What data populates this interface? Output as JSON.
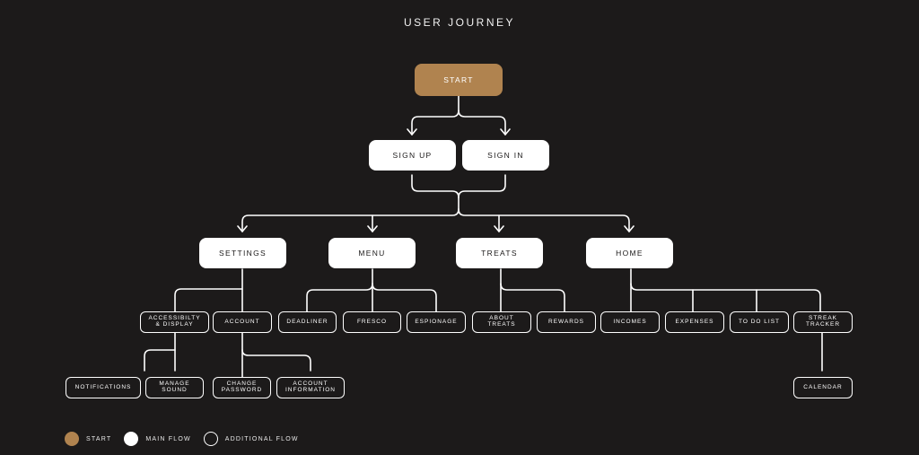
{
  "title": "USER JOURNEY",
  "colors": {
    "background": "#1c1a1a",
    "start": "#b0834f",
    "main": "#ffffff",
    "additional_border": "#ffffff"
  },
  "nodes": [
    {
      "id": "start",
      "label": "START",
      "type": "start"
    },
    {
      "id": "signup",
      "label": "SIGN UP",
      "type": "main"
    },
    {
      "id": "signin",
      "label": "SIGN IN",
      "type": "main"
    },
    {
      "id": "settings",
      "label": "SETTINGS",
      "type": "main"
    },
    {
      "id": "menu",
      "label": "MENU",
      "type": "main"
    },
    {
      "id": "treats",
      "label": "TREATS",
      "type": "main"
    },
    {
      "id": "home",
      "label": "HOME",
      "type": "main"
    },
    {
      "id": "access",
      "label": "ACCESSIBILTY\n& DISPLAY",
      "type": "additional"
    },
    {
      "id": "account",
      "label": "ACCOUNT",
      "type": "additional"
    },
    {
      "id": "deadliner",
      "label": "DEADLINER",
      "type": "additional"
    },
    {
      "id": "fresco",
      "label": "FRESCO",
      "type": "additional"
    },
    {
      "id": "espionage",
      "label": "ESPIONAGE",
      "type": "additional"
    },
    {
      "id": "about",
      "label": "ABOUT\nTREATS",
      "type": "additional"
    },
    {
      "id": "rewards",
      "label": "REWARDS",
      "type": "additional"
    },
    {
      "id": "incomes",
      "label": "INCOMES",
      "type": "additional"
    },
    {
      "id": "expenses",
      "label": "EXPENSES",
      "type": "additional"
    },
    {
      "id": "todo",
      "label": "TO DO LIST",
      "type": "additional"
    },
    {
      "id": "streak",
      "label": "STREAK\nTRACKER",
      "type": "additional"
    },
    {
      "id": "notifications",
      "label": "NOTIFICATIONS",
      "type": "additional"
    },
    {
      "id": "sound",
      "label": "MANAGE\nSOUND",
      "type": "additional"
    },
    {
      "id": "password",
      "label": "CHANGE\nPASSWORD",
      "type": "additional"
    },
    {
      "id": "accinfo",
      "label": "ACCOUNT\nINFORMATION",
      "type": "additional"
    },
    {
      "id": "calendar",
      "label": "CALENDAR",
      "type": "additional"
    }
  ],
  "edges": [
    [
      "start",
      "signup"
    ],
    [
      "start",
      "signin"
    ],
    [
      "signup",
      "settings"
    ],
    [
      "signup",
      "menu"
    ],
    [
      "signup",
      "treats"
    ],
    [
      "signup",
      "home"
    ],
    [
      "signin",
      "settings"
    ],
    [
      "signin",
      "menu"
    ],
    [
      "signin",
      "treats"
    ],
    [
      "signin",
      "home"
    ],
    [
      "settings",
      "access"
    ],
    [
      "settings",
      "account"
    ],
    [
      "menu",
      "deadliner"
    ],
    [
      "menu",
      "fresco"
    ],
    [
      "menu",
      "espionage"
    ],
    [
      "treats",
      "about"
    ],
    [
      "treats",
      "rewards"
    ],
    [
      "home",
      "incomes"
    ],
    [
      "home",
      "expenses"
    ],
    [
      "home",
      "todo"
    ],
    [
      "home",
      "streak"
    ],
    [
      "access",
      "notifications"
    ],
    [
      "access",
      "sound"
    ],
    [
      "account",
      "password"
    ],
    [
      "account",
      "accinfo"
    ],
    [
      "streak",
      "calendar"
    ]
  ],
  "legend": [
    {
      "label": "START",
      "type": "start"
    },
    {
      "label": "MAIN FLOW",
      "type": "main"
    },
    {
      "label": "ADDITIONAL FLOW",
      "type": "additional"
    }
  ]
}
